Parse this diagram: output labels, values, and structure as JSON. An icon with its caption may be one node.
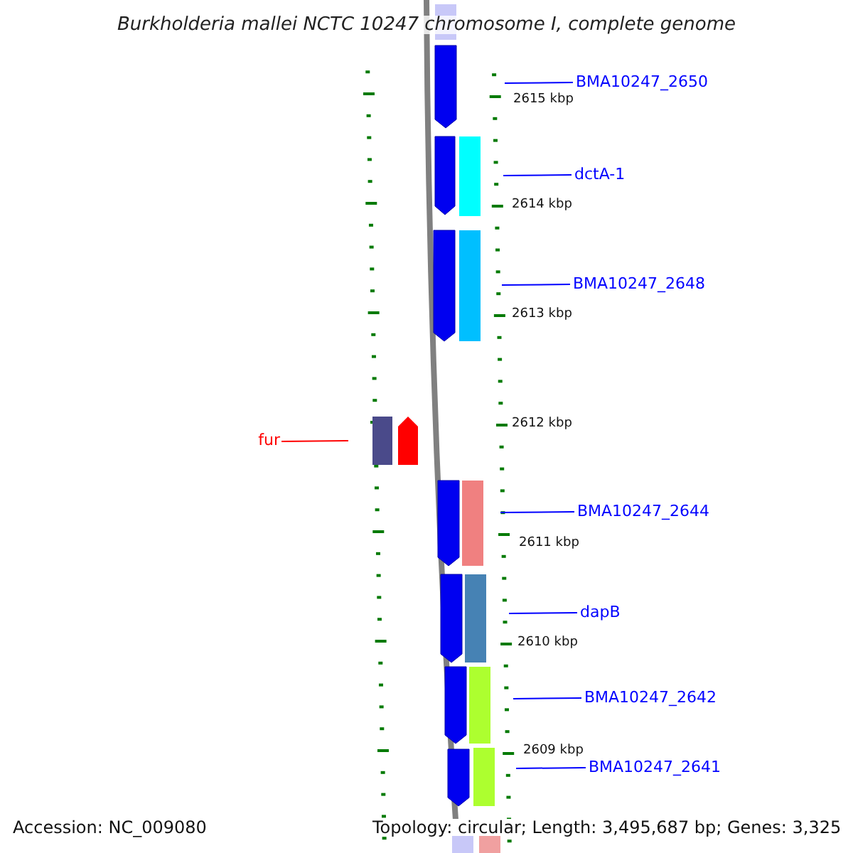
{
  "diagram": {
    "title": "Burkholderia mallei NCTC 10247 chromosome I, complete genome",
    "nodes": [
      {
        "text": [
          "BMA10247_2650"
        ]
      },
      {
        "text": [
          "dctA-1"
        ]
      },
      {
        "text": [
          "BMA10247_2648"
        ]
      },
      {
        "text": [
          "fur"
        ]
      },
      {
        "text": [
          "BMA10247_2644"
        ]
      },
      {
        "text": [
          "dapB"
        ]
      },
      {
        "text": [
          "BMA10247_2642"
        ]
      },
      {
        "text": [
          "BMA10247_2641"
        ]
      }
    ],
    "edges": [
      {
        "from": 0,
        "to": null,
        "arrow": "none"
      },
      {
        "from": 1,
        "to": null,
        "arrow": "none"
      },
      {
        "from": 2,
        "to": null,
        "arrow": "none"
      },
      {
        "from": 3,
        "to": null,
        "arrow": "none",
        "color": "#ff0000"
      },
      {
        "from": 4,
        "to": null,
        "arrow": "none"
      },
      {
        "from": 5,
        "to": null,
        "arrow": "none"
      },
      {
        "from": 6,
        "to": null,
        "arrow": "none"
      },
      {
        "from": 7,
        "to": null,
        "arrow": "none"
      }
    ],
    "labels": [
      "2615 kbp",
      "2614 kbp",
      "2613 kbp",
      "2612 kbp",
      "2611 kbp",
      "2610 kbp",
      "2609 kbp",
      "Accession: NC_009080",
      "Topology: circular; Length: 3,495,687 bp; Genes: 3,325"
    ]
  }
}
